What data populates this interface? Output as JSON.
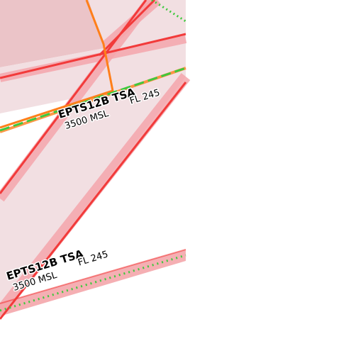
{
  "map": {
    "colors": {
      "tsa_fill": "#f2dfe2",
      "tsa_fill_dense": "#ebc4c8",
      "tsa_band": "#f4a6ab",
      "tsa_edge": "#f23a3a",
      "orange_edge": "#ff7f1a",
      "green_dash": "#3ec83e",
      "background": "#ffffff"
    },
    "labels": [
      {
        "name": "EPTS12B TSA",
        "lower": "3500 MSL",
        "upper": "FL 245"
      },
      {
        "name": "EPTS12B TSA",
        "lower": "3500 MSL",
        "upper": "FL 245"
      }
    ]
  }
}
